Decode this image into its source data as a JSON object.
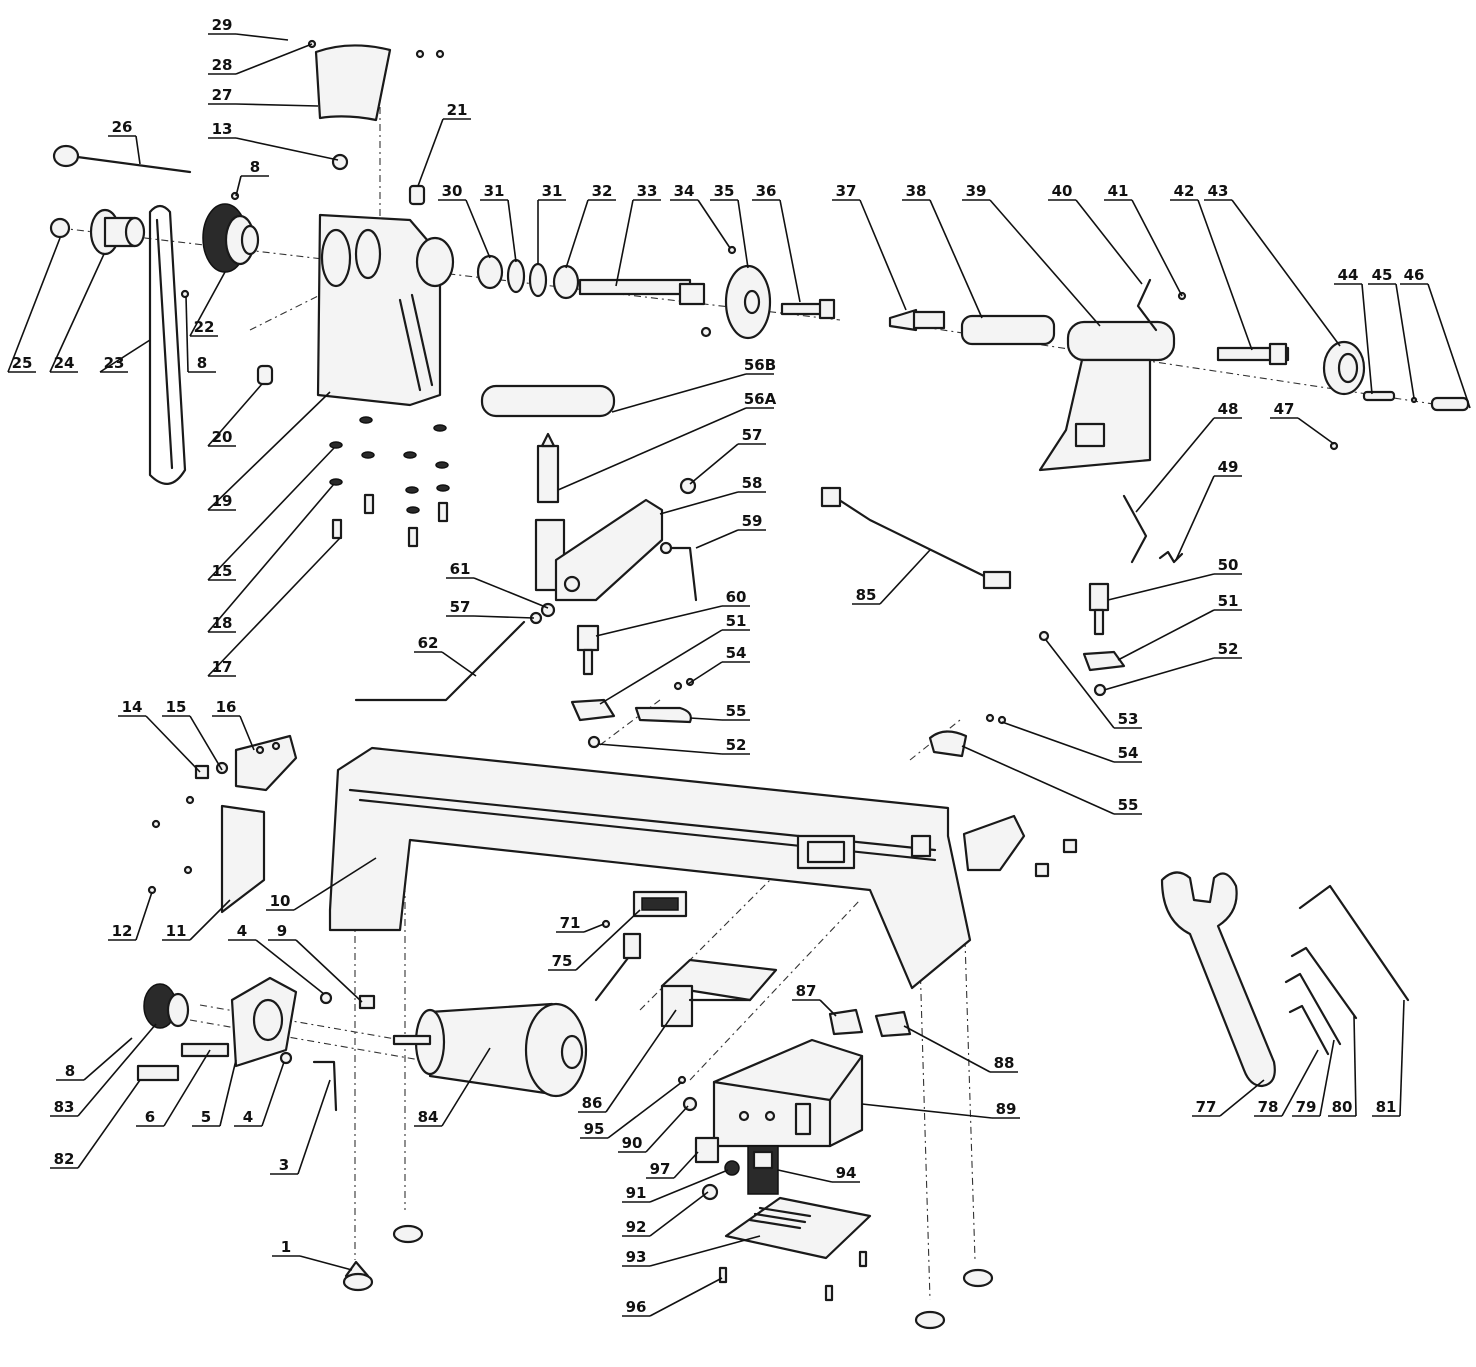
{
  "callouts": {
    "c1": "1",
    "c3": "3",
    "c4a": "4",
    "c4b": "4",
    "c5": "5",
    "c6": "6",
    "c8a": "8",
    "c8b": "8",
    "c8c": "8",
    "c9": "9",
    "c10": "10",
    "c11": "11",
    "c12": "12",
    "c13": "13",
    "c14": "14",
    "c15a": "15",
    "c15b": "15",
    "c16": "16",
    "c17": "17",
    "c18": "18",
    "c19": "19",
    "c20": "20",
    "c21": "21",
    "c22": "22",
    "c23": "23",
    "c24": "24",
    "c25": "25",
    "c26": "26",
    "c27": "27",
    "c28": "28",
    "c29": "29",
    "c30": "30",
    "c31a": "31",
    "c31b": "31",
    "c32": "32",
    "c33": "33",
    "c34": "34",
    "c35": "35",
    "c36": "36",
    "c37": "37",
    "c38": "38",
    "c39": "39",
    "c40": "40",
    "c41": "41",
    "c42": "42",
    "c43": "43",
    "c44": "44",
    "c45": "45",
    "c46": "46",
    "c47": "47",
    "c48": "48",
    "c49": "49",
    "c50": "50",
    "c51a": "51",
    "c51b": "51",
    "c52a": "52",
    "c52b": "52",
    "c53": "53",
    "c54a": "54",
    "c54b": "54",
    "c55a": "55",
    "c55b": "55",
    "c56a": "56A",
    "c56b": "56B",
    "c57a": "57",
    "c57b": "57",
    "c58": "58",
    "c59": "59",
    "c60": "60",
    "c61": "61",
    "c62": "62",
    "c71": "71",
    "c75": "75",
    "c77": "77",
    "c78": "78",
    "c79": "79",
    "c80": "80",
    "c81": "81",
    "c82": "82",
    "c83": "83",
    "c84": "84",
    "c85": "85",
    "c86": "86",
    "c87": "87",
    "c88": "88",
    "c89": "89",
    "c90": "90",
    "c91": "91",
    "c92": "92",
    "c93": "93",
    "c94": "94",
    "c95": "95",
    "c96": "96",
    "c97": "97"
  }
}
